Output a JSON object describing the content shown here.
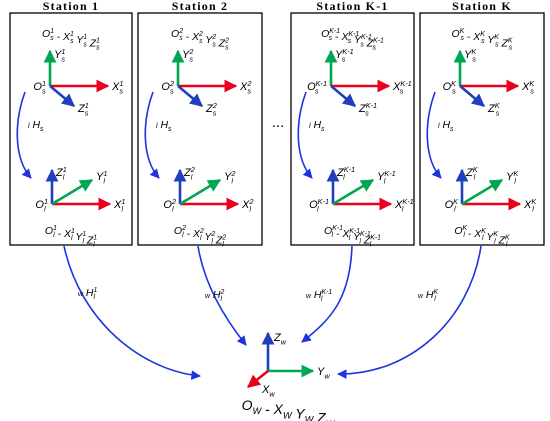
{
  "colors": {
    "x_axis": "#e8001c",
    "y_axis": "#00a651",
    "z_axis": "#1f3fbf",
    "arrow": "#1a35e0",
    "box_border": "#000000"
  },
  "stations": [
    {
      "title": "Station 1",
      "sensor_frame": "O_s^1 - X_s^1 Y_s^1 Z_s^1",
      "sensor_origin": "O_s^1",
      "sensor_x": "X_s^1",
      "sensor_y": "Y_s^1",
      "sensor_z": "Z_s^1",
      "transform": "^l H_s",
      "local_origin": "O_l^1",
      "local_x": "X_l^1",
      "local_y": "Y_l^1",
      "local_z": "Z_l^1",
      "local_frame": "O_l^1 - X_l^1 Y_l^1 Z_l^1",
      "world_transform": "^w H_l^1"
    },
    {
      "title": "Station 2",
      "sensor_frame": "O_s^2 - X_s^2 Y_s^2 Z_s^2",
      "sensor_origin": "O_s^2",
      "sensor_x": "X_s^2",
      "sensor_y": "Y_s^2",
      "sensor_z": "Z_s^2",
      "transform": "^l H_s",
      "local_origin": "O_l^2",
      "local_x": "X_l^2",
      "local_y": "Y_l^2",
      "local_z": "Z_l^2",
      "local_frame": "O_l^2 - X_l^2 Y_l^2 Z_l^2",
      "world_transform": "^w H_l^2"
    },
    {
      "title": "Station K-1",
      "sensor_frame": "O_s^K-1 - X_s^K-1 Y_s^K-1 Z_s^K-1",
      "sensor_origin": "O_s^K-1",
      "sensor_x": "X_s^K-1",
      "sensor_y": "Y_s^K-1",
      "sensor_z": "Z_s^K-1",
      "transform": "^l H_s",
      "local_origin": "O_l^K-1",
      "local_x": "X_l^K-1",
      "local_y": "Y_l^K-1",
      "local_z": "Z_l^K-1",
      "local_frame": "O_l^K-1 - X_l^K-1 Y_l^K-1 Z_l^K-1",
      "world_transform": "^w H_l^K-1"
    },
    {
      "title": "Station K",
      "sensor_frame": "O_s^K - X_s^K Y_s^K Z_s^K",
      "sensor_origin": "O_s^K",
      "sensor_x": "X_s^K",
      "sensor_y": "Y_s^K",
      "sensor_z": "Z_s^K",
      "transform": "^l H_s",
      "local_origin": "O_l^K",
      "local_x": "X_l^K",
      "local_y": "Y_l^K",
      "local_z": "Z_l^K",
      "local_frame": "O_l^K - X_l^K Y_l^K Z_l^K",
      "world_transform": "^w H_l^K"
    }
  ],
  "ellipsis": "...",
  "world": {
    "x_label": "X_w",
    "y_label": "Y_w",
    "z_label": "Z_w",
    "frame": "O_W - X_W Y_W Z_W"
  }
}
